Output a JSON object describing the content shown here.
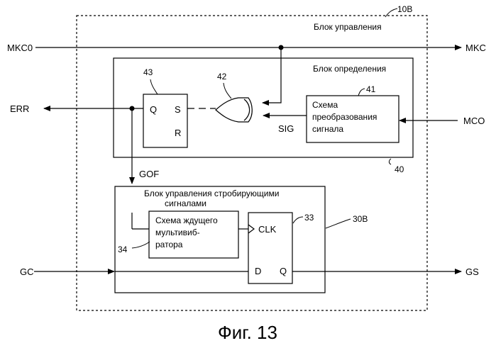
{
  "figure": {
    "caption": "Фиг. 13",
    "ref_10b": "10B",
    "control_block": "Блок управления",
    "detect_block": "Блок определения",
    "ref_40": "40",
    "gate_block_line1": "Блок управления стробирующими",
    "gate_block_line2": "сигналами",
    "ref_30b": "30B",
    "conv": {
      "line1": "Схема",
      "line2": "преобразования",
      "line3": "сигнала",
      "ref": "41"
    },
    "xor_ref": "42",
    "latch": {
      "ref": "43",
      "q": "Q",
      "s": "S",
      "r": "R"
    },
    "oneshot": {
      "line1": "Схема ждущего",
      "line2": "мультивиб-",
      "line3": "ратора",
      "ref": "34"
    },
    "ff": {
      "ref": "33",
      "clk": "CLK",
      "d": "D",
      "q": "Q"
    },
    "signals": {
      "mkc0": "MKC0",
      "mkc": "MKC",
      "err": "ERR",
      "mco": "MCO",
      "sig": "SIG",
      "gof": "GOF",
      "gc": "GC",
      "gs": "GS"
    }
  }
}
